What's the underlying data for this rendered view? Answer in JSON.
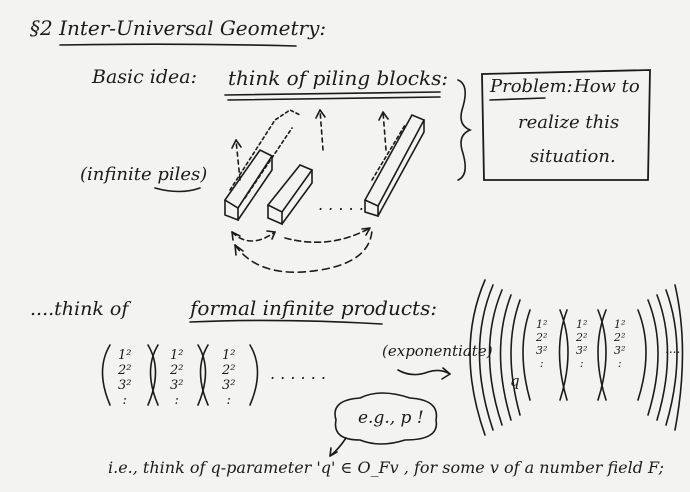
{
  "section": {
    "title": "§2 Inter-Universal Geometry:"
  },
  "basic_idea": {
    "label": "Basic idea:",
    "text": "think of piling blocks:"
  },
  "problem": {
    "label": "Problem:",
    "line1": "How to",
    "line2": "realize this",
    "line3": "situation."
  },
  "piles_label": "(infinite piles)",
  "dots_between_blocks": ". . . . .",
  "formal": {
    "prefix": "....think of",
    "text": "formal infinite products:"
  },
  "products": {
    "entries": [
      "1²",
      "2²",
      "3²",
      ":"
    ],
    "trailing_dots": ". . . . . ."
  },
  "exponentiate_label": "(exponentiate)",
  "q_symbol": "q",
  "nested_trailing_dots": "....",
  "eg": {
    "text": "e.g., p !"
  },
  "bottom_line": {
    "text": "i.e., think of q-parameter 'q' ∈ O_Fv , for some v of a number field F;"
  }
}
